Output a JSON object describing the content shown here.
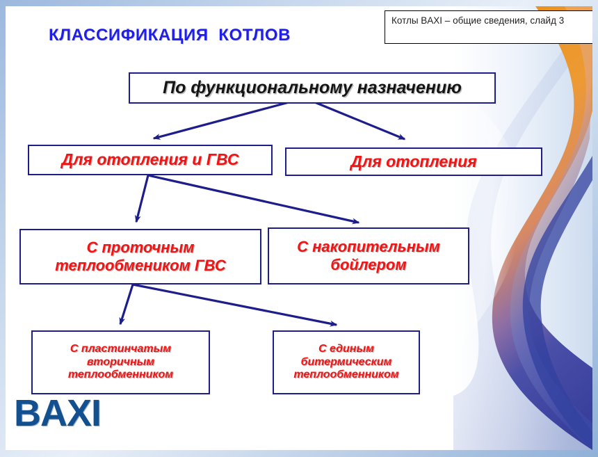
{
  "slide": {
    "title": "КЛАССИФИКАЦИЯ  КОТЛОВ",
    "title_color": "#1f1fe8",
    "note": "Котлы BAXI – общие сведения, слайд 3",
    "logo": "BAXI",
    "logo_color": "#12508f",
    "box_border_color": "#1d1d8c",
    "box_text_color": "#f01414",
    "arrow_color": "#1d1d8c"
  },
  "chart_data": {
    "type": "diagram",
    "title": "КЛАССИФИКАЦИЯ  КОТЛОВ",
    "subtitle": "По функциональному назначению",
    "nodes": [
      {
        "id": "root",
        "label": "По функциональному  назначению",
        "level": 0
      },
      {
        "id": "heat_dhw",
        "label": "Для отопления и ГВС",
        "level": 1
      },
      {
        "id": "heat",
        "label": "Для отопления",
        "level": 1
      },
      {
        "id": "flow_hx",
        "label": "С проточным\nтеплообмеником ГВС",
        "level": 2
      },
      {
        "id": "storage",
        "label": "С накопительным\nбойлером",
        "level": 2
      },
      {
        "id": "plate",
        "label": "С пластинчатым\nвторичным\nтеплообменником",
        "level": 3
      },
      {
        "id": "bithermal",
        "label": "С единым\nбитермическим\nтеплообменником",
        "level": 3
      }
    ],
    "edges": [
      {
        "from": "root",
        "to": "heat_dhw"
      },
      {
        "from": "root",
        "to": "heat"
      },
      {
        "from": "heat_dhw",
        "to": "flow_hx"
      },
      {
        "from": "heat_dhw",
        "to": "storage"
      },
      {
        "from": "flow_hx",
        "to": "plate"
      },
      {
        "from": "flow_hx",
        "to": "bithermal"
      }
    ]
  }
}
